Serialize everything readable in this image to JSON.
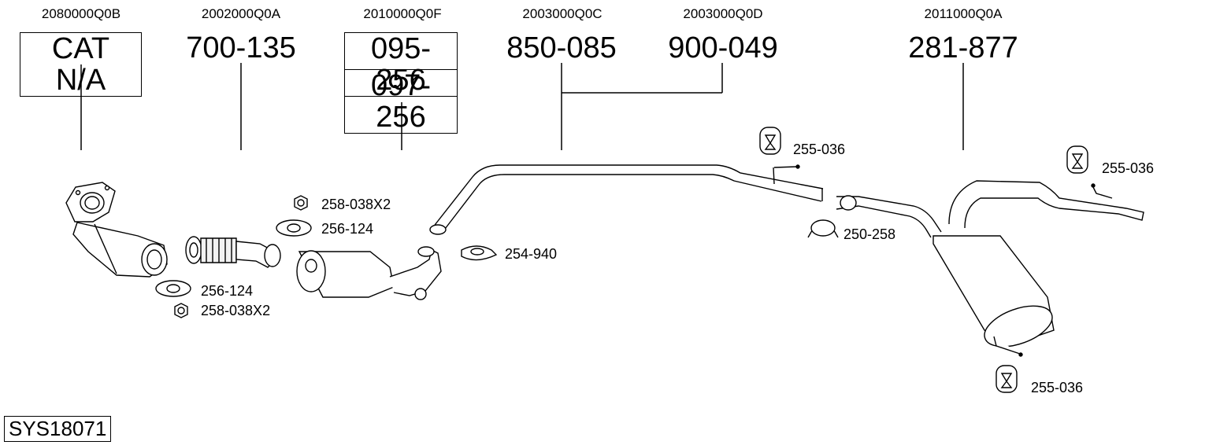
{
  "columns": [
    {
      "oe": "2080000Q0B",
      "part_number": "CAT N/A"
    },
    {
      "oe": "2002000Q0A",
      "part_number": "700-135"
    },
    {
      "oe": "2010000Q0F",
      "part_number": "095-256",
      "part_number_alt": "097-256"
    },
    {
      "oe": "2003000Q0C",
      "part_number": "850-085"
    },
    {
      "oe": "2003000Q0D",
      "part_number": "900-049"
    },
    {
      "oe": "2011000Q0A",
      "part_number": "281-877"
    }
  ],
  "fittings": {
    "nut_front_top": "258-038X2",
    "gasket_front_top": "256-124",
    "gasket_front_bottom": "256-124",
    "nut_front_bottom": "258-038X2",
    "clamp_mid": "254-940",
    "hanger_mid": "255-036",
    "clamp_rear": "250-258",
    "hanger_rear_top": "255-036",
    "hanger_rear_bottom": "255-036"
  },
  "system_id": "SYS18071"
}
